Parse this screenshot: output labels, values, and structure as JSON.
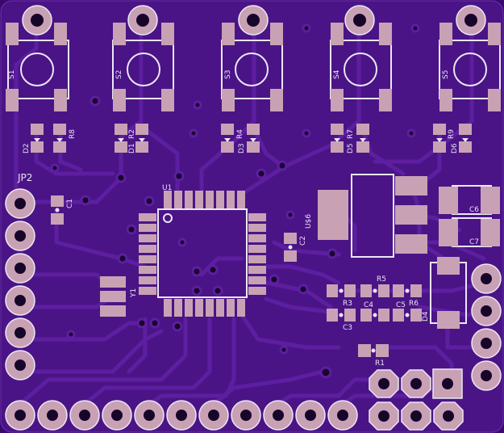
{
  "colors": {
    "board": "#4a1486",
    "trace": "#5d1ea0",
    "pad": "#c8a2b4",
    "silk": "#ece6f5",
    "via_fill": "#16062a"
  },
  "labels": {
    "jp2": "JP2",
    "u1": "U1",
    "u6": "U$6",
    "y1": "Y1",
    "s1": "S1",
    "s2": "S2",
    "s3": "S3",
    "s4": "S4",
    "s5": "S5",
    "d1": "D1",
    "d2": "D2",
    "d3": "D3",
    "d4": "D4",
    "d5": "D5",
    "d6": "D6",
    "r1": "R1",
    "r2": "R2",
    "r3": "R3",
    "r4": "R4",
    "r5": "R5",
    "r6": "R6",
    "r7": "R7",
    "r8": "R8",
    "r9": "R9",
    "c1": "C1",
    "c2": "C2",
    "c3": "C3",
    "c4": "C4",
    "c5": "C5",
    "c6": "C6",
    "c7": "C7"
  }
}
